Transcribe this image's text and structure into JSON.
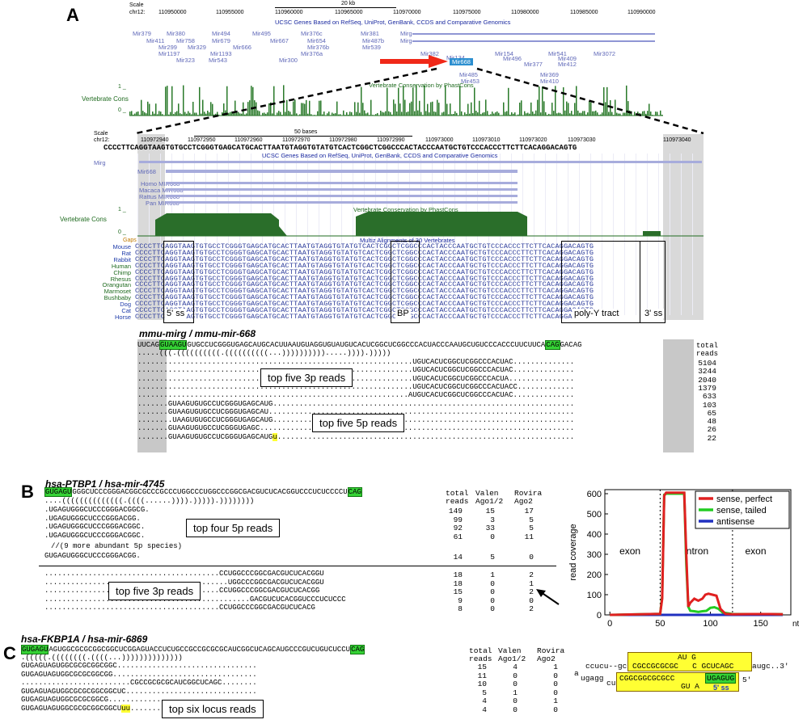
{
  "panels": {
    "A": "A",
    "B": "B",
    "C": "C"
  },
  "panelA": {
    "scale_label": "Scale",
    "chr_label": "chr12:",
    "scale_bar": "20 kb",
    "coords": [
      "110950000",
      "110955000",
      "110960000",
      "110965000",
      "110970000",
      "110975000",
      "110980000",
      "110985000",
      "110990000"
    ],
    "track_ucsc": "UCSC Genes Based on RefSeq, UniProt, GenBank, CCDS and Comparative Genomics",
    "genes": [
      {
        "label": "Mir379"
      },
      {
        "label": "Mir411"
      },
      {
        "label": "Mir299"
      },
      {
        "label": "Mir380"
      },
      {
        "label": "Mir758"
      },
      {
        "label": "Mir329"
      },
      {
        "label": "Mir1197"
      },
      {
        "label": "Mir323"
      },
      {
        "label": "Mir494"
      },
      {
        "label": "Mir679"
      },
      {
        "label": "Mir1193"
      },
      {
        "label": "Mir543"
      },
      {
        "label": "Mir495"
      },
      {
        "label": "Mir666"
      },
      {
        "label": "Mir667"
      },
      {
        "label": "Mir376c"
      },
      {
        "label": "Mir654"
      },
      {
        "label": "Mir376b"
      },
      {
        "label": "Mir376a"
      },
      {
        "label": "Mir300"
      },
      {
        "label": "Mir381"
      },
      {
        "label": "Mir487b"
      },
      {
        "label": "Mir539"
      },
      {
        "label": "Mirg"
      },
      {
        "label": "Mirg"
      },
      {
        "label": "Mir382"
      },
      {
        "label": "Mir134"
      },
      {
        "label": "Mir668"
      },
      {
        "label": "Mir485"
      },
      {
        "label": "Mir453"
      },
      {
        "label": "Mir154"
      },
      {
        "label": "Mir496"
      },
      {
        "label": "Mir377"
      },
      {
        "label": "Mir541"
      },
      {
        "label": "Mir409"
      },
      {
        "label": "Mir412"
      },
      {
        "label": "Mir369"
      },
      {
        "label": "Mir410"
      },
      {
        "label": "Mir3072"
      }
    ],
    "cons_track": "Vertebrate Conservation by PhastCons",
    "cons_label": "Vertebrate Cons",
    "y1": "1 _",
    "y0": "0 _"
  },
  "panelA2": {
    "scale_label": "Scale",
    "chr_label": "chr12:",
    "scale_bar": "50 bases",
    "coords": [
      "110972940",
      "110972950",
      "110972960",
      "110972970",
      "110972980",
      "110972990",
      "110973000",
      "110973010",
      "110973020",
      "110973030",
      "110973040"
    ],
    "ref_seq": "CCCCTTCAGGTAAGTGTGCCTCGGGTGAGCATGCACTTAATGTAGGTGTATGTCACTCGGCTCGGCCCACTACCCAATGCTGTCCCACCCTTCTTCACAGGACAGTG",
    "mirg": "Mirg",
    "mir668": "Mir668",
    "species_mirs": [
      "Homo MIR668",
      "Macaca MIR668",
      "Rattus MIR668",
      "Pan MIR668"
    ],
    "gaps": "Gaps",
    "multiz": "Multiz Alignments of 30 Vertebrates",
    "species": [
      "Mouse",
      "Rat",
      "Rabbit",
      "Human",
      "Chimp",
      "Rhesus",
      "Orangutan",
      "Marmoset",
      "Bushbaby",
      "Dog",
      "Cat",
      "Horse"
    ],
    "boxes": [
      "5' ss",
      "BP",
      "poly-Y tract",
      "3' ss"
    ]
  },
  "mirg668": {
    "title": "mmu-mirg / mmu-mir-668",
    "header_left": "UUCAG",
    "header_ss5": "GUAAGU",
    "header_mid": "GUGCCUCGGGUGAGCAUGCACUUAAUGUAGGUGUAUGUCACUCGGCUCGGCCCACUACCCAAUGCUGUCCCACCCUUCUUCA",
    "header_ss3": "CAG",
    "header_right": "GACAG",
    "structure": ".....(((.((((((((((.((((((((((...)))))))))).....)))).)))))",
    "total": "total",
    "reads": "reads",
    "rows": [
      {
        "seq": "UGUCACUCGGCUCGGCCCACUAC",
        "count": "5104"
      },
      {
        "seq": "UGUCACUCGGCUCGGCCCACUAC",
        "count": "3244"
      },
      {
        "seq": "UGUCACUCGGCUCGGCCCACUA",
        "count": "2040"
      },
      {
        "seq": "UGUCACUCGGCUCGGCCCACUACC",
        "count": "1379"
      },
      {
        "seq": "AUGUCACUCGGCUCGGCCCACUAC",
        "count": "633"
      },
      {
        "seq": "GUAAGUGUGCCUCGGGUGAGCAUG",
        "count": "103"
      },
      {
        "seq": "GUAAGUGUGCCUCGGGUGAGCAU",
        "count": "65"
      },
      {
        "seq": "UAAGUGUGCCUCGGGUGAGCAUG",
        "count": "48"
      },
      {
        "seq": "GUAAGUGUGCCUCGGGUGAGC",
        "count": "26"
      },
      {
        "seq": "GUAAGUGUGCCUCGGGUGAGCAUG",
        "seq_tail": "u",
        "count": "22"
      }
    ],
    "box3p": "top five 3p reads",
    "box5p": "top five 5p reads"
  },
  "ptbp1": {
    "title": "hsa-PTBP1 / hsa-mir-4745",
    "header_ss5": "GUGAGU",
    "header_mid": "GGGCUCCCGGGACGGCGCCCGCCCUGGCCCUGGCCCGGCGACGUCUCACGGUCCCUCUCCCCU",
    "header_ss3": "CAG",
    "structure": "....((((((((((((((.((((......)))).))))).))))))))",
    "col_total": "total",
    "col_total2": "reads",
    "col_valen": "Valen",
    "col_valen2": "Ago1/2",
    "col_rovira": "Rovira",
    "col_rovira2": "Ago2",
    "rows5p": [
      {
        "seq": ".UGAGUGGGCUCCCGGGACGGCG.",
        "t": "149",
        "v": "15",
        "r": "17"
      },
      {
        "seq": ".UGAGUGGGCUCCCGGGACGG.",
        "t": "99",
        "v": "3",
        "r": "5"
      },
      {
        "seq": ".UGAGUGGGCUCCCGGGACGGC.",
        "t": "92",
        "v": "33",
        "r": "5"
      },
      {
        "seq": ".UGAGUGGGCUCCCGGGACGGC.",
        "t": "61",
        "v": "0",
        "r": "11"
      }
    ],
    "note": "//(9 more abundant 5p species)",
    "row_extra": {
      "seq": "GUGAGUGGGCUCCCGGGACGG.",
      "t": "14",
      "v": "5",
      "r": "0"
    },
    "rows3p": [
      {
        "seq": "CCUGGCCCGGCGACGUCUCACGGU",
        "t": "18",
        "v": "1",
        "r": "2"
      },
      {
        "seq": "UGGCCCGGCGACGUCUCACGGU",
        "t": "18",
        "v": "0",
        "r": "1"
      },
      {
        "seq": "CCUGGCCCGGCGACGUCUCACGG",
        "t": "15",
        "v": "0",
        "r": "2"
      },
      {
        "seq": "GACGUCUCACGGUCCCUCUCCC",
        "t": "9",
        "v": "0",
        "r": "0"
      },
      {
        "seq": "CCUGGCCCGGCGACGUCUCACG",
        "t": "8",
        "v": "0",
        "r": "2"
      }
    ],
    "box5p": "top four 5p reads",
    "box3p": "top five 3p reads"
  },
  "chart_data": {
    "type": "line",
    "title": "",
    "xlabel": "nt",
    "ylabel": "read coverage",
    "xlim": [
      -5,
      180
    ],
    "ylim": [
      0,
      620
    ],
    "xticks": [
      0,
      50,
      100,
      150
    ],
    "yticks": [
      0,
      100,
      200,
      300,
      400,
      500,
      600
    ],
    "regions": [
      {
        "label": "exon"
      },
      {
        "label": "intron"
      },
      {
        "label": "exon"
      }
    ],
    "boundaries": [
      50,
      122
    ],
    "legend": "top-right",
    "series": [
      {
        "name": "sense, perfect",
        "color": "#e02020",
        "x": [
          0,
          20,
          40,
          50,
          52,
          54,
          56,
          74,
          76,
          78,
          80,
          84,
          88,
          92,
          95,
          98,
          102,
          106,
          110,
          115,
          122,
          140,
          160,
          172
        ],
        "y": [
          0,
          2,
          4,
          5,
          80,
          590,
          605,
          605,
          300,
          40,
          60,
          80,
          70,
          80,
          100,
          105,
          100,
          95,
          30,
          5,
          3,
          4,
          4,
          3
        ]
      },
      {
        "name": "sense, tailed",
        "color": "#22cc22",
        "x": [
          0,
          20,
          40,
          50,
          52,
          54,
          56,
          74,
          76,
          78,
          80,
          84,
          88,
          92,
          96,
          100,
          104,
          108,
          112,
          122,
          140,
          160,
          172
        ],
        "y": [
          0,
          2,
          4,
          5,
          90,
          595,
          600,
          600,
          250,
          40,
          20,
          18,
          15,
          18,
          20,
          35,
          38,
          30,
          12,
          4,
          4,
          4,
          3
        ]
      },
      {
        "name": "antisense",
        "color": "#2030c0",
        "x": [
          0,
          50,
          100,
          150,
          172
        ],
        "y": [
          0,
          0,
          0,
          0,
          0
        ]
      }
    ]
  },
  "fkbp1a": {
    "title": "hsa-FKBP1A / hsa-mir-6869",
    "header_ss5": "GUGAGU",
    "header_mid": "AGUGGCGCGCGGCGGCUCGGAGUACCUCUGCCGCCGCGCGCAUCGGCUCAGCAUGCCCGUCUGUCUCCU",
    "header_ss3": "CAG",
    "structure": ".(((((.((((((((.((((...))))))))))))))",
    "col_total": "total",
    "col_total2": "reads",
    "col_valen": "Valen",
    "col_valen2": "Ago1/2",
    "col_rovira": "Rovira",
    "col_rovira2": "Ago2",
    "rows": [
      {
        "seq": "GUGAGUAGUGGCGCGCGGCGGC",
        "t": "15",
        "v": "4",
        "r": "1"
      },
      {
        "seq": "GUGAGUAGUGGCGCGCGGCGG",
        "t": "11",
        "v": "0",
        "r": "0"
      },
      {
        "seq": "CGCCGCGCGCAUCGGCUCAGC",
        "t": "10",
        "v": "0",
        "r": "0"
      },
      {
        "seq": "GUGAGUAGUGGCGCGCGGCGGCUC",
        "t": "5",
        "v": "1",
        "r": "0"
      },
      {
        "seq": "GUGAGUAGUGGCGCGCGGCG",
        "t": "4",
        "v": "0",
        "r": "1"
      },
      {
        "seq": "GUGAGUAGUGGCGCGCGGCGGCU",
        "seq_tail": "uu",
        "t": "4",
        "v": "0",
        "r": "0"
      }
    ],
    "box": "top six locus reads",
    "hairpin": {
      "top_loop": "AU G",
      "top_strand": "CGCCGCGCGC   C GCUCAGC",
      "top_left": "ccucu--gc",
      "top_right": "augc..3'",
      "bot_left": "ugagg",
      "bot_a": "a",
      "bot_cu": "cu",
      "bot_strand": "CGGCGGCGCGCC",
      "bot_mid": "GU A",
      "bot_ss": "UGAGUG",
      "bot_end": "5'",
      "ss_label": "5' ss"
    }
  }
}
